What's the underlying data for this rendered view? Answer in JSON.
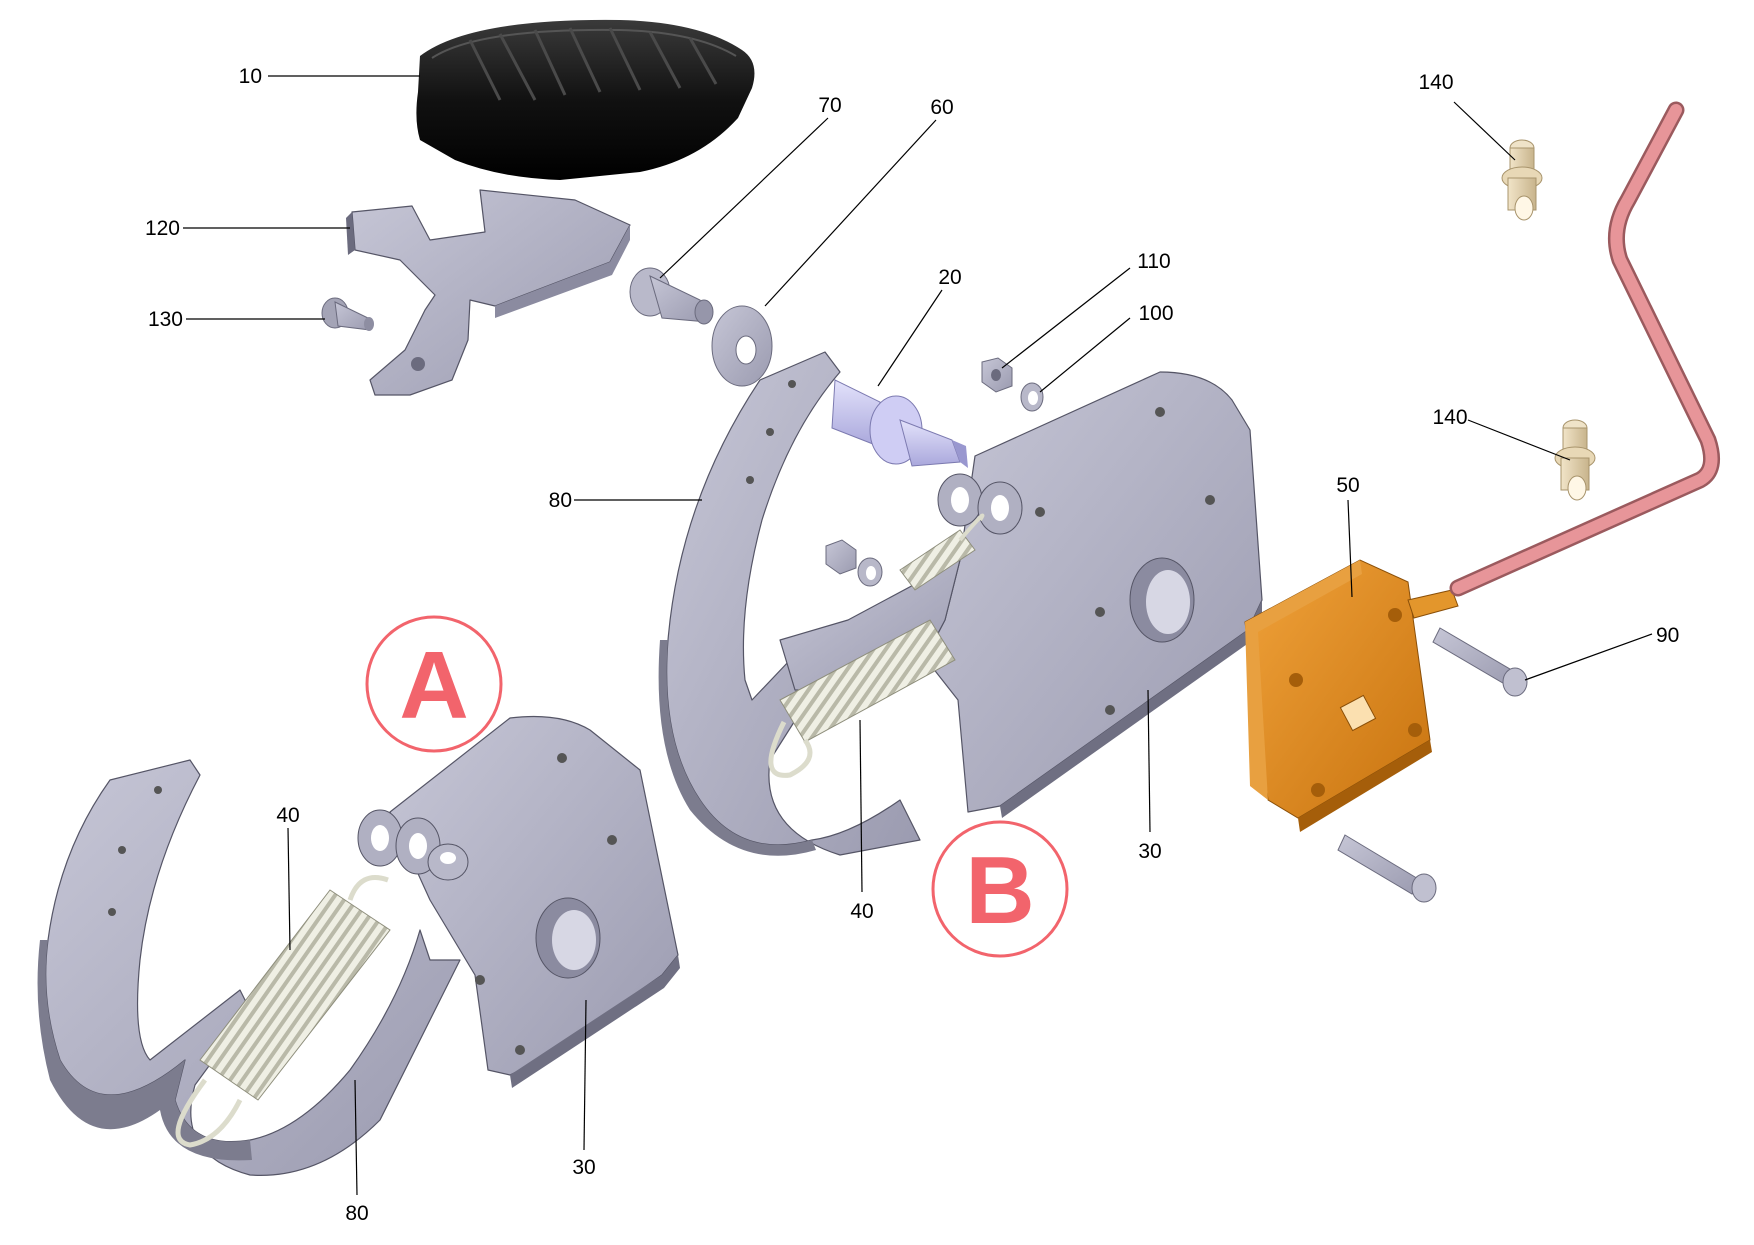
{
  "figure": {
    "views": [
      {
        "letter": "A"
      },
      {
        "letter": "B"
      }
    ],
    "callouts": [
      {
        "label": "10"
      },
      {
        "label": "120"
      },
      {
        "label": "130"
      },
      {
        "label": "70"
      },
      {
        "label": "60"
      },
      {
        "label": "20"
      },
      {
        "label": "110"
      },
      {
        "label": "100"
      },
      {
        "label": "80"
      },
      {
        "label": "140"
      },
      {
        "label": "140"
      },
      {
        "label": "50"
      },
      {
        "label": "90"
      },
      {
        "label": "40"
      },
      {
        "label": "30"
      },
      {
        "label": "80"
      },
      {
        "label": "30"
      },
      {
        "label": "40"
      }
    ],
    "colors": {
      "part_grey": "#a9a9b9",
      "part_grey_dark": "#7c7c8e",
      "part_grey_light": "#c8c8d6",
      "pedal_black": "#111111",
      "pin_lavender": "#c9c7ee",
      "box_orange": "#d98a1e",
      "wire_pink": "#dd8c90",
      "connector_tan": "#e3d1b0",
      "spring_white": "#e9e9de",
      "view_red": "#f2646c"
    }
  }
}
